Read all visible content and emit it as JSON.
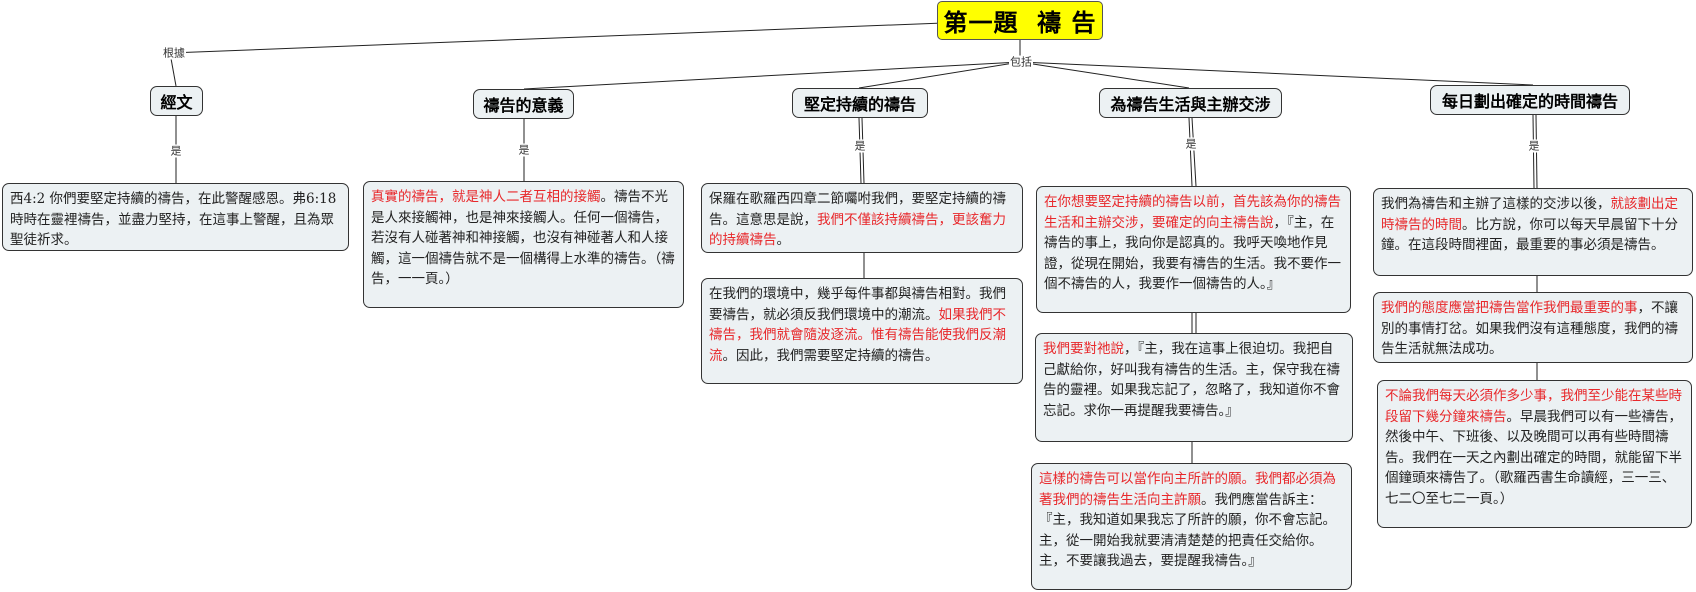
{
  "root": {
    "title": "第一題  禱 告"
  },
  "link_labels": {
    "basis": "根據",
    "includes": "包括",
    "is": "是"
  },
  "topics": [
    "經文",
    "禱告的意義",
    "堅定持續的禱告",
    "為禱告生活與主辦交涉",
    "每日劃出確定的時間禱告"
  ],
  "notes": {
    "scripture": [
      {
        "text": "西4:2  你們要堅定持續的禱告，在此警醒感恩。弗6:18  時時在靈裡禱告，並盡力堅持，在這事上警醒，且為眾聖徒祈求。",
        "highlight": false
      }
    ],
    "meaning": [
      {
        "text": "真實的禱告，就是神人二者互相的接觸",
        "highlight": true
      },
      {
        "text": "。禱告不光是人來接觸神，也是神來接觸人。任何一個禱告，若沒有人碰著神和神接觸，也沒有神碰著人和人接觸，這一個禱告就不是一個構得上水準的禱告。（禱告，一一頁。）",
        "highlight": false
      }
    ],
    "persist1": [
      {
        "text": "保羅在歌羅西四章二節囑咐我們，要堅定持續的禱告。這意思是說，",
        "highlight": false
      },
      {
        "text": "我們不僅該持續禱告，更該奮力的持續禱告",
        "highlight": true
      },
      {
        "text": "。",
        "highlight": false
      }
    ],
    "persist2": [
      {
        "text": "在我們的環境中，幾乎每件事都與禱告相對。我們要禱告，就必須反我們環境中的潮流。",
        "highlight": false
      },
      {
        "text": "如果我們不禱告，我們就會隨波逐流。惟有禱告能使我們反潮流",
        "highlight": true
      },
      {
        "text": "。因此，我們需要堅定持續的禱告。",
        "highlight": false
      }
    ],
    "deal1": [
      {
        "text": "在你想要堅定持續的禱告以前，首先該為你的禱告生活和主辦交涉，要確定的向主禱告說",
        "highlight": true
      },
      {
        "text": "，『主，在禱告的事上，我向你是認真的。我呼天喚地作見證，從現在開始，我要有禱告的生活。我不要作一個不禱告的人，我要作一個禱告的人。』",
        "highlight": false
      }
    ],
    "deal2": [
      {
        "text": "我們要對祂說",
        "highlight": true
      },
      {
        "text": "，『主，我在這事上很迫切。我把自己獻給你，好叫我有禱告的生活。主，保守我在禱告的靈裡。如果我忘記了，忽略了，我知道你不會忘記。求你一再提醒我要禱告。』",
        "highlight": false
      }
    ],
    "deal3": [
      {
        "text": "這樣的禱告可以當作向主所許的願。我們都必須為著我們的禱告生活向主許願",
        "highlight": true
      },
      {
        "text": "。我們應當告訴主：『主，我知道如果我忘了所許的願，你不會忘記。主，從一開始我就要清清楚楚的把責任交給你。主，不要讓我過去，要提醒我禱告。』",
        "highlight": false
      }
    ],
    "time1": [
      {
        "text": "我們為禱告和主辦了這樣的交涉以後，",
        "highlight": false
      },
      {
        "text": "就該劃出定時禱告的時間",
        "highlight": true
      },
      {
        "text": "。比方說，你可以每天早晨留下十分鐘。在這段時間裡面，最重要的事必須是禱告。",
        "highlight": false
      }
    ],
    "time2": [
      {
        "text": "我們的態度應當把禱告當作我們最重要的事",
        "highlight": true
      },
      {
        "text": "，不讓別的事情打岔。如果我們沒有這種態度，我們的禱告生活就無法成功。",
        "highlight": false
      }
    ],
    "time3": [
      {
        "text": "不論我們每天必須作多少事，我們至少能在某些時段留下幾分鐘來禱告",
        "highlight": true
      },
      {
        "text": "。早晨我們可以有一些禱告，然後中午、下班後、以及晚間可以再有些時間禱告。我們在一天之內劃出確定的時間，就能留下半個鐘頭來禱告了。（歌羅西書生命讀經，三一三、七二〇至七二一頁。）",
        "highlight": false
      }
    ]
  },
  "colors": {
    "root_fill": "#ffff00",
    "node_fill": "#ecf1f3",
    "highlight_text": "#e8282b",
    "body_text": "#222222"
  }
}
